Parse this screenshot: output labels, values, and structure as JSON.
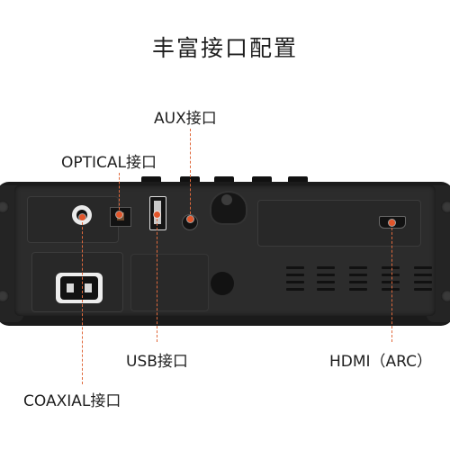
{
  "title": "丰富接口配置",
  "labels": {
    "aux": "AUX接口",
    "optical": "OPTICAL接口",
    "usb": "USB接口",
    "hdmi": "HDMI（ARC）",
    "coaxial": "COAXIAL接口"
  },
  "colors": {
    "accent": "#e2552a",
    "device": "#1b1b1b",
    "text": "#1f1f1f"
  }
}
